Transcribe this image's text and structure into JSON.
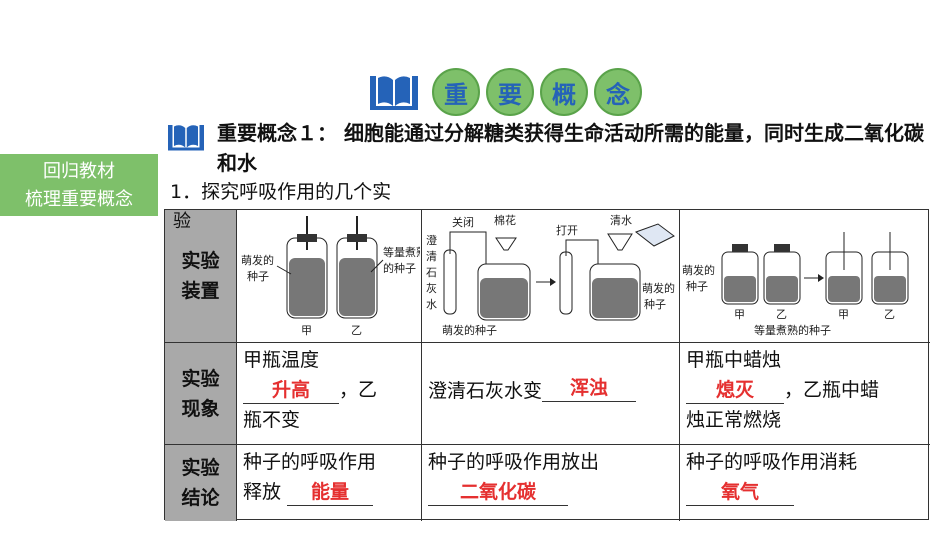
{
  "header": {
    "title_chars": [
      "重",
      "要",
      "概",
      "念"
    ]
  },
  "concept": {
    "text": "重要概念１：  细胞能通过分解糖类获得生命活动所需的能量，同时生成二氧化碳和水"
  },
  "side_label": {
    "line1": "回归教材",
    "line2": "梳理重要概念"
  },
  "intro": {
    "text": "1．探究呼吸作用的几个实"
  },
  "table": {
    "corner_char": "验",
    "row_heads": {
      "device_l1": "实验",
      "device_l2": "装置",
      "phen_l1": "实验",
      "phen_l2": "现象",
      "concl_l1": "实验",
      "concl_l2": "结论"
    },
    "device1": {
      "left_label_l1": "萌发的",
      "left_label_l2": "种子",
      "right_label_l1": "等量煮熟",
      "right_label_l2": "的种子",
      "jia": "甲",
      "yi": "乙"
    },
    "device2": {
      "lime": [
        "澄",
        "清",
        "石",
        "灰",
        "水"
      ],
      "close": "关闭",
      "cotton": "棉花",
      "open": "打开",
      "water": "清水",
      "seed_bottom": "萌发的种子",
      "seed_right_l1": "萌发的",
      "seed_right_l2": "种子"
    },
    "device3": {
      "left_l1": "萌发的",
      "left_l2": "种子",
      "jia": "甲",
      "yi": "乙",
      "jia2": "甲",
      "yi2": "乙",
      "bottom": "等量煮熟的种子"
    },
    "phen1": {
      "line1": "甲瓶温度",
      "answer": "升高",
      "after": "，乙",
      "line3": "瓶不变"
    },
    "phen2": {
      "before": "澄清石灰水变",
      "answer": "浑浊"
    },
    "phen3": {
      "line1": "甲瓶中蜡烛",
      "answer": "熄灭",
      "after": "，乙瓶中蜡",
      "line3": "烛正常燃烧"
    },
    "concl1": {
      "line1": "种子的呼吸作用",
      "before": "释放",
      "answer": "能量"
    },
    "concl2": {
      "line1": "种子的呼吸作用放出",
      "answer": "二氧化碳"
    },
    "concl3": {
      "line1": "种子的呼吸作用消耗",
      "answer": "氧气"
    }
  },
  "colors": {
    "green": "#7ec06a",
    "blue": "#2563b8",
    "answer_red": "#e53030",
    "header_gray": "#a9a9a9"
  }
}
